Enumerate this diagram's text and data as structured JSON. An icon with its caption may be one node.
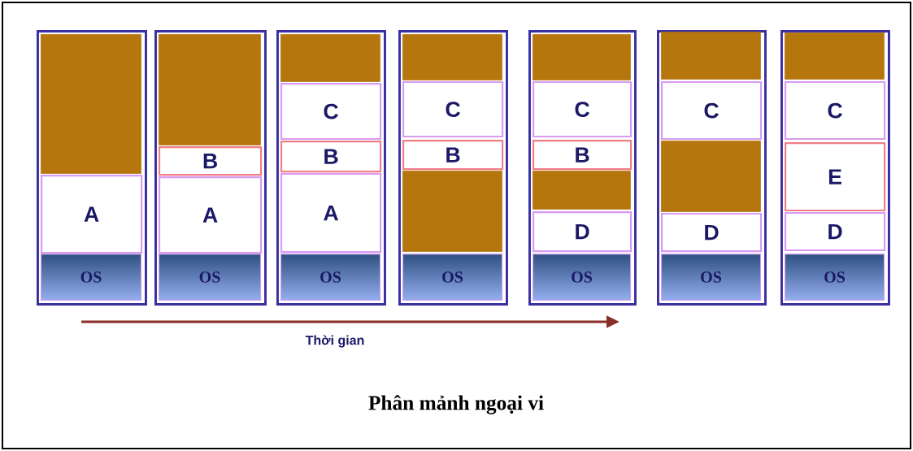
{
  "diagram": {
    "caption": "Phân mảnh ngoại vi",
    "nodes": [
      {
        "text": [],
        "shape": "box"
      },
      {
        "text": [],
        "shape": "box",
        "in": 0
      },
      {
        "text": [
          "A"
        ],
        "in": 0
      },
      {
        "text": [
          "OS"
        ],
        "in": 0
      },
      {
        "text": [],
        "shape": "box"
      },
      {
        "text": [],
        "shape": "box",
        "in": 4
      },
      {
        "text": [
          "B"
        ],
        "in": 4
      },
      {
        "text": [
          "A"
        ],
        "in": 4
      },
      {
        "text": [
          "OS"
        ],
        "in": 4
      },
      {
        "text": [],
        "shape": "box"
      },
      {
        "text": [],
        "shape": "box",
        "in": 9
      },
      {
        "text": [
          "C"
        ],
        "in": 9
      },
      {
        "text": [
          "B"
        ],
        "in": 9
      },
      {
        "text": [
          "A"
        ],
        "in": 9
      },
      {
        "text": [
          "OS"
        ],
        "in": 9
      },
      {
        "text": [],
        "shape": "box"
      },
      {
        "text": [],
        "shape": "box",
        "in": 15
      },
      {
        "text": [
          "C"
        ],
        "in": 15
      },
      {
        "text": [
          "B"
        ],
        "in": 15
      },
      {
        "text": [],
        "shape": "box",
        "in": 15
      },
      {
        "text": [
          "OS"
        ],
        "in": 15
      },
      {
        "text": [],
        "shape": "box"
      },
      {
        "text": [],
        "shape": "box",
        "in": 21
      },
      {
        "text": [
          "C"
        ],
        "in": 21
      },
      {
        "text": [
          "B"
        ],
        "in": 21
      },
      {
        "text": [],
        "shape": "box",
        "in": 21
      },
      {
        "text": [
          "D"
        ],
        "in": 21
      },
      {
        "text": [
          "OS"
        ],
        "in": 21
      },
      {
        "text": [],
        "shape": "box"
      },
      {
        "text": [],
        "shape": "box",
        "in": 28
      },
      {
        "text": [
          "C"
        ],
        "in": 28
      },
      {
        "text": [],
        "shape": "box",
        "in": 28
      },
      {
        "text": [
          "D"
        ],
        "in": 28
      },
      {
        "text": [
          "OS"
        ],
        "in": 28
      },
      {
        "text": [],
        "shape": "box"
      },
      {
        "text": [],
        "shape": "box",
        "in": 34
      },
      {
        "text": [
          "C"
        ],
        "in": 34
      },
      {
        "text": [
          "E"
        ],
        "in": 34
      },
      {
        "text": [
          "D"
        ],
        "in": 34
      },
      {
        "text": [
          "OS"
        ],
        "in": 34
      }
    ],
    "labels": [
      "Thời gian"
    ]
  }
}
